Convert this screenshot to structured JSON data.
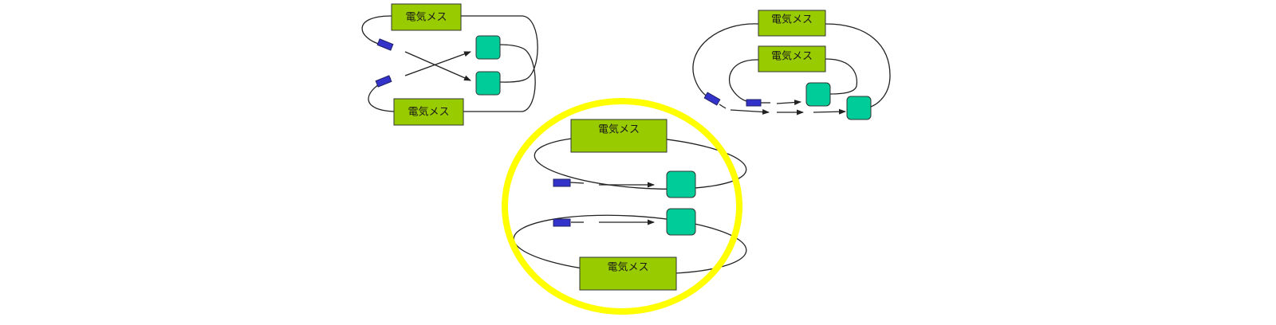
{
  "diagram": {
    "esu_label": "電気メス",
    "colors": {
      "esu_box": "#99cc00",
      "return_pad": "#00cc99",
      "probe": "#3333cc",
      "highlight": "#ffff00"
    },
    "panels": [
      {
        "id": "crossed-cables",
        "esu_units": 2,
        "return_pads": 2,
        "cables_crossed": true,
        "highlighted": false
      },
      {
        "id": "parallel-cables",
        "esu_units": 2,
        "return_pads": 2,
        "cables_crossed": false,
        "highlighted": true
      },
      {
        "id": "nested-cables",
        "esu_units": 2,
        "return_pads": 2,
        "cables_crossed": false,
        "highlighted": false
      }
    ]
  }
}
